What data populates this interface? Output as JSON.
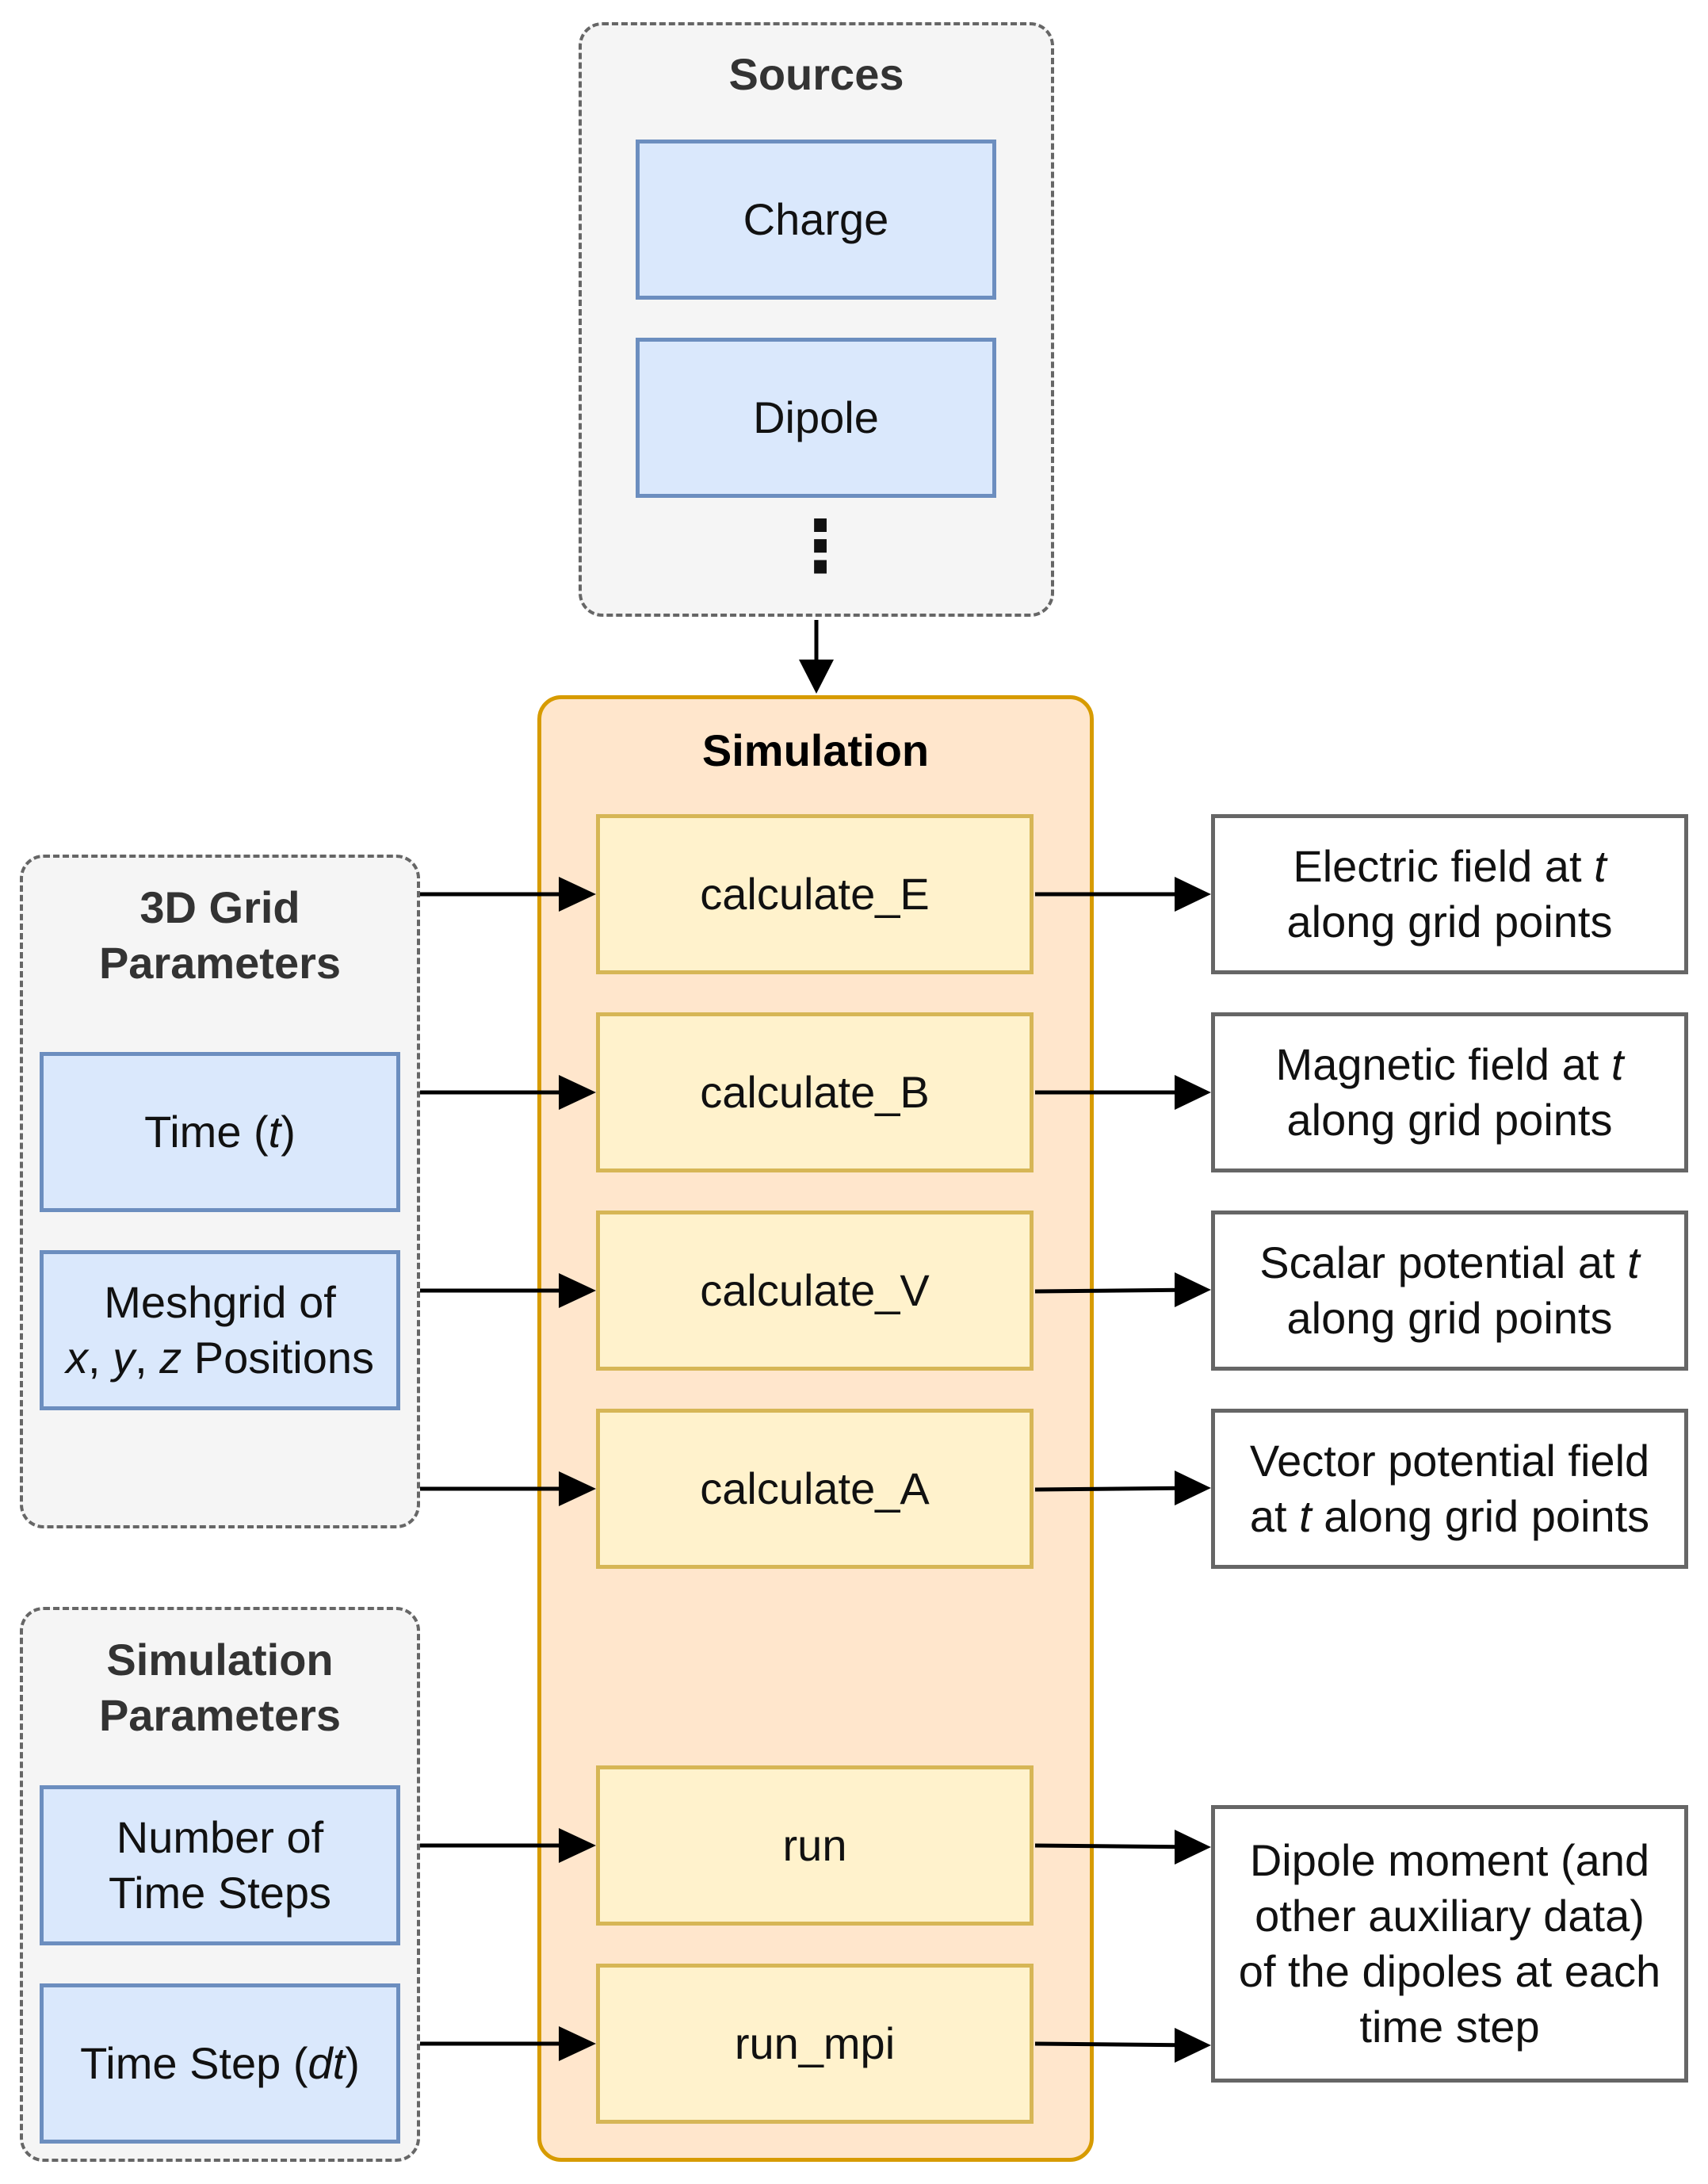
{
  "sources": {
    "title": "Sources",
    "items": [
      "Charge",
      "Dipole"
    ],
    "more": "⋮"
  },
  "grid_params": {
    "title_line1": "3D Grid",
    "title_line2": "Parameters",
    "time": {
      "text": "Time (",
      "var": "t",
      "close": ")"
    },
    "meshgrid": {
      "line1": "Meshgrid of",
      "x": "x",
      "sep1": ", ",
      "y": "y",
      "sep2": ", ",
      "z": "z",
      "rest": " Positions"
    }
  },
  "sim_params": {
    "title_line1": "Simulation",
    "title_line2": "Parameters",
    "steps": {
      "line1": "Number of",
      "line2": "Time Steps"
    },
    "dt": {
      "text": "Time Step (",
      "var": "dt",
      "close": ")"
    }
  },
  "simulation": {
    "title": "Simulation",
    "methods": [
      "calculate_E",
      "calculate_B",
      "calculate_V",
      "calculate_A",
      "run",
      "run_mpi"
    ]
  },
  "outputs": {
    "electric": {
      "line1": "Electric field at ",
      "var": "t",
      "line2": "along grid points"
    },
    "magnetic": {
      "line1": "Magnetic field at ",
      "var": "t",
      "line2": "along grid points"
    },
    "scalar": {
      "line1": "Scalar potential at ",
      "var": "t",
      "line2": "along grid points"
    },
    "vector": {
      "line1": "Vector potential field",
      "pre": "at ",
      "var": "t",
      "post": " along grid points"
    },
    "dipole": {
      "line1": "Dipole moment (and",
      "line2": "other auxiliary data)",
      "line3": "of the dipoles at each",
      "line4": "time step"
    }
  },
  "colors": {
    "group_fill": "#f5f5f5",
    "group_border": "#666666",
    "input_fill": "#dae8fc",
    "input_border": "#6c8ebf",
    "sim_fill": "#ffe6cc",
    "sim_border": "#d79b00",
    "method_fill": "#fff2cc",
    "method_border": "#d6b656",
    "output_border": "#666666",
    "arrow": "#000000"
  }
}
